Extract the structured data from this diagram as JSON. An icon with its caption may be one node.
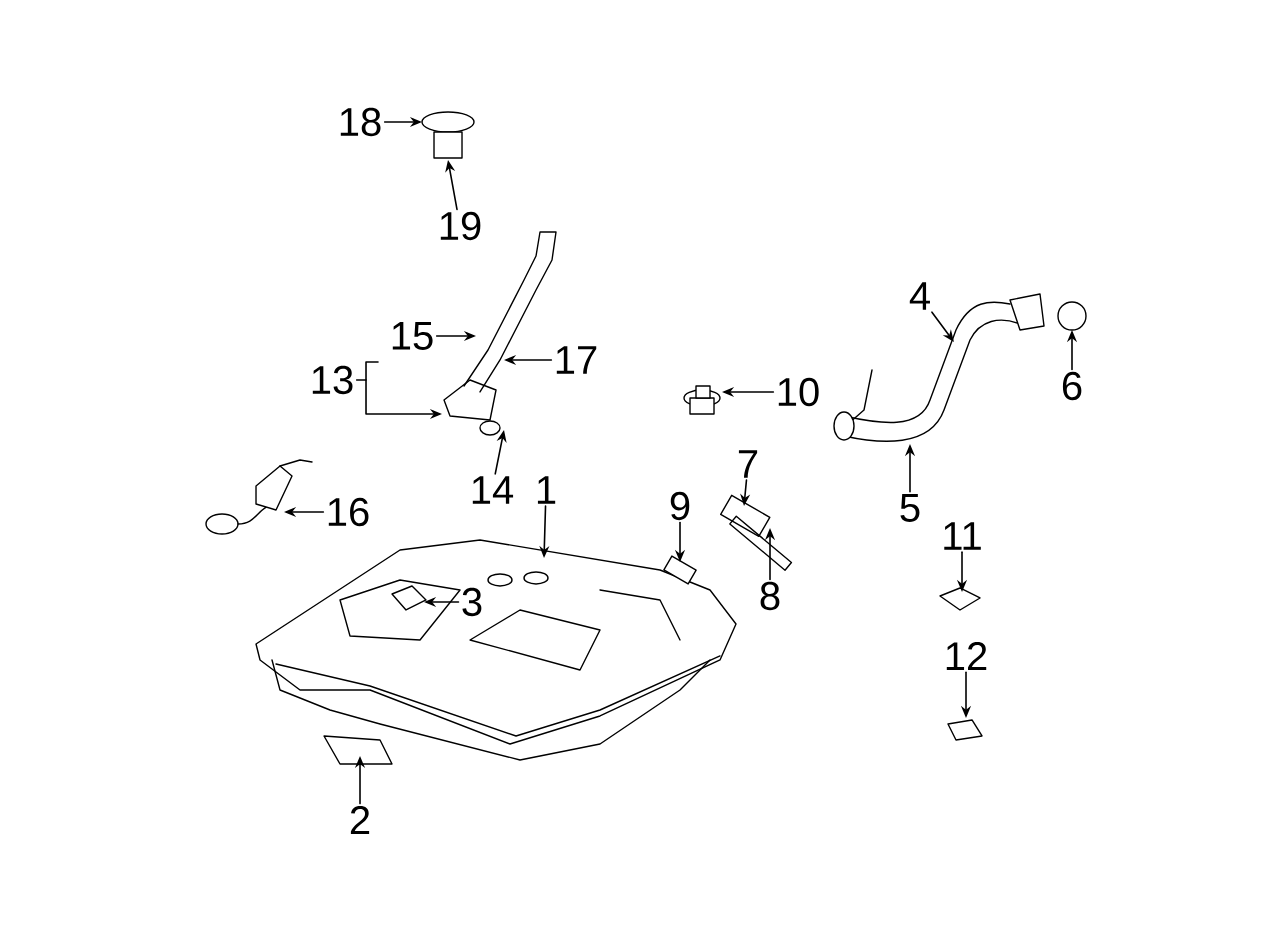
{
  "diagram": {
    "nodes": [
      {
        "text": [
          "18"
        ]
      },
      {
        "text": [
          "19"
        ]
      },
      {
        "text": [
          "4"
        ]
      },
      {
        "text": [
          "15"
        ]
      },
      {
        "text": [
          "17"
        ]
      },
      {
        "text": [
          "13"
        ]
      },
      {
        "text": [
          "6"
        ]
      },
      {
        "text": [
          "10"
        ]
      },
      {
        "text": [
          "14"
        ]
      },
      {
        "text": [
          "1"
        ]
      },
      {
        "text": [
          "16"
        ]
      },
      {
        "text": [
          "7"
        ]
      },
      {
        "text": [
          "9"
        ]
      },
      {
        "text": [
          "5"
        ]
      },
      {
        "text": [
          "11"
        ]
      },
      {
        "text": [
          "3"
        ]
      },
      {
        "text": [
          "8"
        ]
      },
      {
        "text": [
          "12"
        ]
      },
      {
        "text": [
          "2"
        ]
      }
    ],
    "edges": [
      {
        "from": 0,
        "to": null,
        "arrow": "to"
      },
      {
        "from": 1,
        "to": null,
        "arrow": "to"
      },
      {
        "from": 2,
        "to": null,
        "arrow": "to"
      },
      {
        "from": 3,
        "to": null,
        "arrow": "to"
      },
      {
        "from": 4,
        "to": null,
        "arrow": "to"
      },
      {
        "from": 5,
        "to": null,
        "arrow": "to"
      },
      {
        "from": 6,
        "to": null,
        "arrow": "to"
      },
      {
        "from": 7,
        "to": null,
        "arrow": "to"
      },
      {
        "from": 8,
        "to": null,
        "arrow": "to"
      },
      {
        "from": 9,
        "to": null,
        "arrow": "to"
      },
      {
        "from": 10,
        "to": null,
        "arrow": "to"
      },
      {
        "from": 11,
        "to": null,
        "arrow": "to"
      },
      {
        "from": 12,
        "to": null,
        "arrow": "to"
      },
      {
        "from": 13,
        "to": null,
        "arrow": "to"
      },
      {
        "from": 14,
        "to": null,
        "arrow": "to"
      },
      {
        "from": 15,
        "to": null,
        "arrow": "to"
      },
      {
        "from": 16,
        "to": null,
        "arrow": "to"
      },
      {
        "from": 17,
        "to": null,
        "arrow": "to"
      },
      {
        "from": 18,
        "to": null,
        "arrow": "to"
      }
    ]
  }
}
